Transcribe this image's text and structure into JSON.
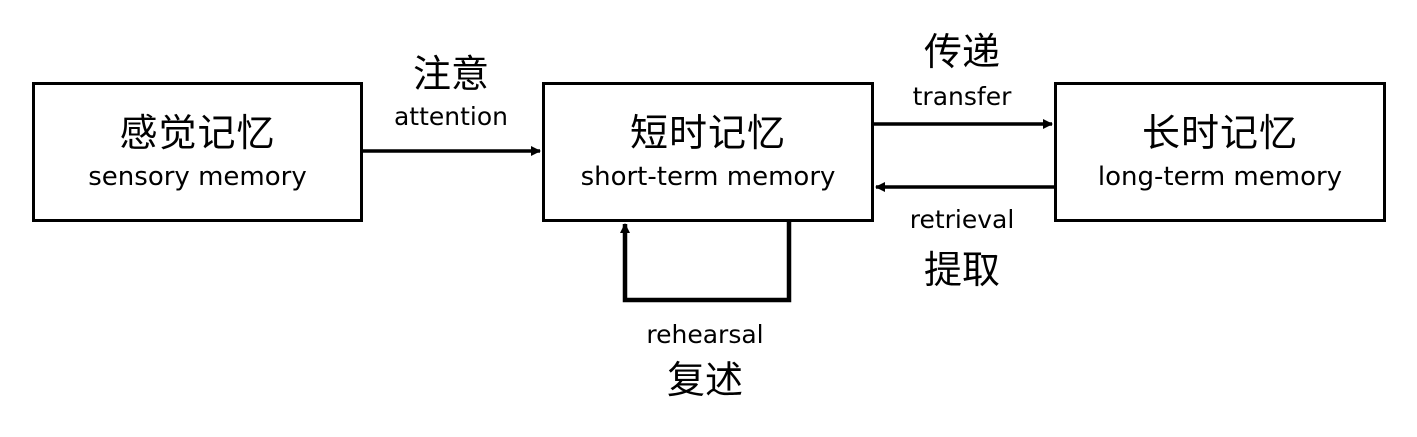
{
  "boxes": {
    "sensory": {
      "zh": "感觉记忆",
      "en": "sensory memory"
    },
    "short_term": {
      "zh": "短时记忆",
      "en": "short-term memory"
    },
    "long_term": {
      "zh": "长时记忆",
      "en": "long-term memory"
    }
  },
  "edges": {
    "attention": {
      "zh": "注意",
      "en": "attention"
    },
    "transfer": {
      "zh": "传递",
      "en": "transfer"
    },
    "retrieval": {
      "en": "retrieval",
      "zh": "提取"
    },
    "rehearsal": {
      "en": "rehearsal",
      "zh": "复述"
    }
  },
  "colors": {
    "stroke": "#000000",
    "background": "#ffffff"
  }
}
